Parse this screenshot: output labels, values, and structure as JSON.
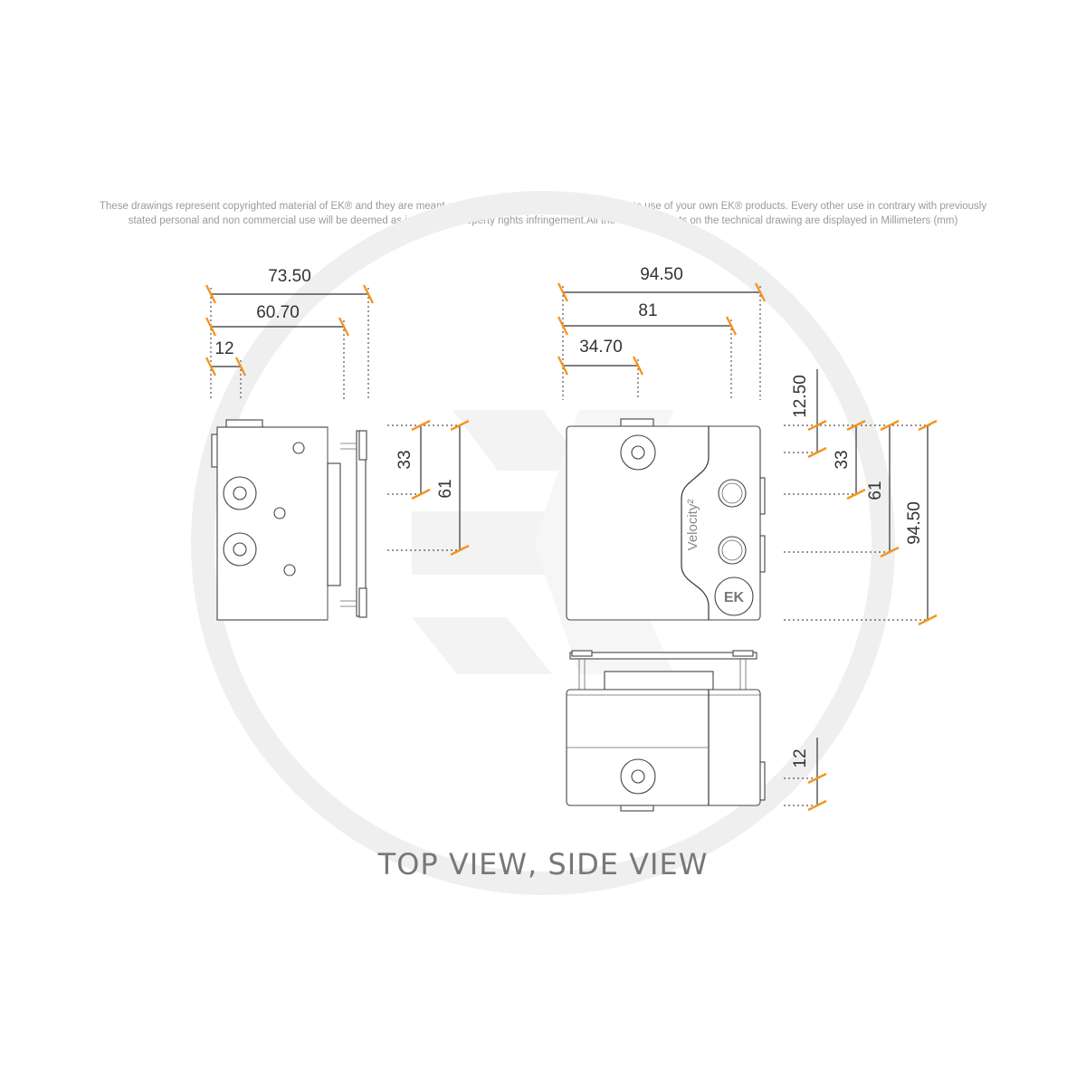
{
  "notice": {
    "line1": "These drawings represent copyrighted material of EK® and they are meant only for your personal use, with regards to use of  your own EK® products. Every other use in contrary with previously",
    "line2": "stated personal and non commercial use will be deemed as intellectual property rights infringement.All the measurements on the technical drawing are displayed in Millimeters (mm)"
  },
  "colors": {
    "dimension_tick": "#f7941d",
    "watermark": "#efefef",
    "line": "#333333"
  },
  "watermark": {
    "logo": "EK"
  },
  "left_view": {
    "dims": {
      "w1": "73.50",
      "w2": "60.70",
      "w3": "12",
      "h1": "33",
      "h2": "61"
    }
  },
  "top_view": {
    "dims": {
      "w1": "94.50",
      "w2": "81",
      "w3": "34.70",
      "h0": "12.50",
      "h1": "33",
      "h2": "61",
      "h3": "94.50"
    },
    "brand": "Velocity²",
    "logo": "EK"
  },
  "side_view": {
    "dims": {
      "h1": "12"
    }
  },
  "caption": "TOP VIEW, SIDE VIEW"
}
